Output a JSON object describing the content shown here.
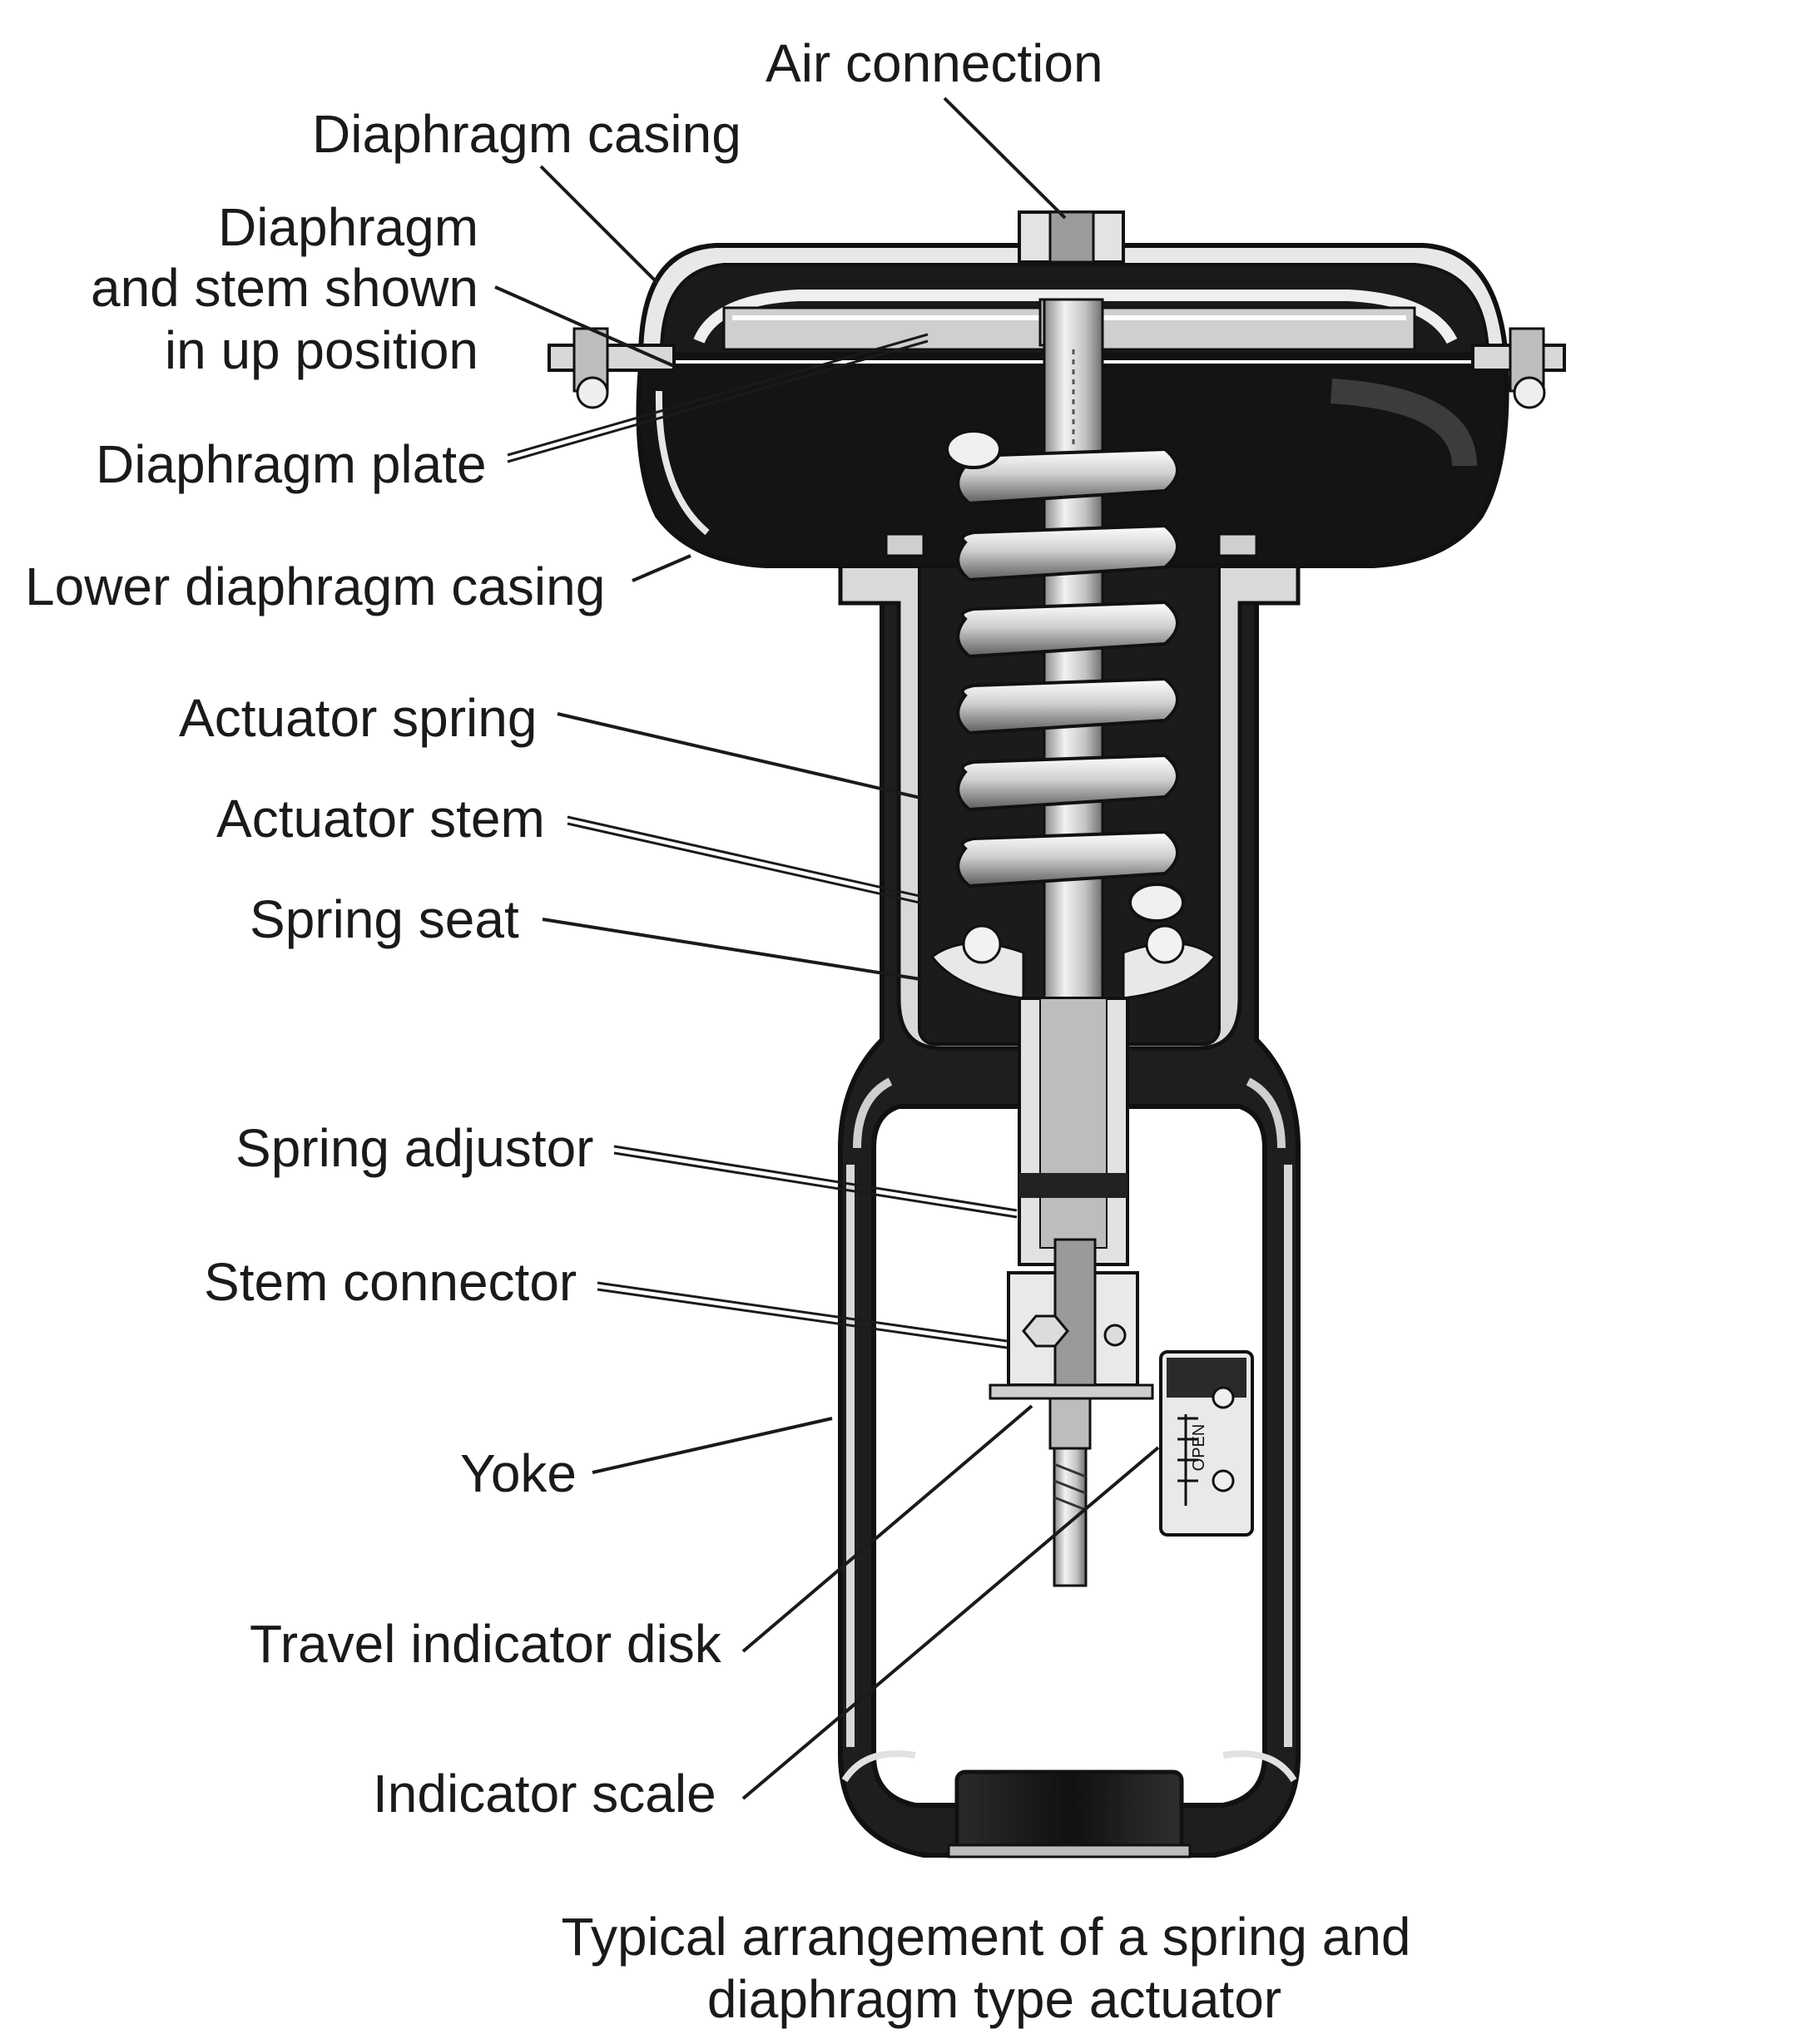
{
  "labels": {
    "air_connection": "Air connection",
    "diaphragm_casing": "Diaphragm casing",
    "diaphragm_stem_line1": "Diaphragm",
    "diaphragm_stem_line2": "and stem shown",
    "diaphragm_stem_line3": "in up position",
    "diaphragm_plate": "Diaphragm plate",
    "lower_diaphragm_casing": "Lower diaphragm casing",
    "actuator_spring": "Actuator spring",
    "actuator_stem": "Actuator stem",
    "spring_seat": "Spring seat",
    "spring_adjustor": "Spring adjustor",
    "stem_connector": "Stem connector",
    "yoke": "Yoke",
    "travel_indicator_disk": "Travel indicator disk",
    "indicator_scale": "Indicator scale"
  },
  "caption": {
    "line1": "Typical arrangement of a spring and",
    "line2": "diaphragm type actuator"
  },
  "scale_marks": [
    "OPEN"
  ],
  "colors": {
    "ink": "#1a1a1a",
    "body_dark": "#1c1c1c",
    "metal_light": "#e6e6e6",
    "metal_mid": "#9a9a9a",
    "background": "#ffffff"
  }
}
